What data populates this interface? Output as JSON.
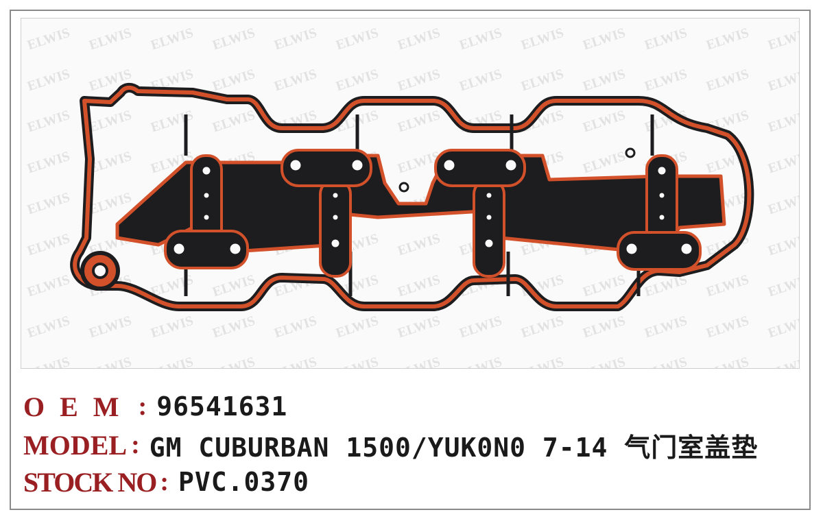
{
  "product": {
    "brand_watermark": "ELWIS",
    "colors": {
      "gasket_body": "#1d1d1f",
      "gasket_seal": "#d2512a",
      "label_key": "#9a1f22",
      "label_value": "#1a1a1a",
      "watermark": "#d8d8d8"
    }
  },
  "labels": {
    "oem_key": "OEM",
    "oem_value": "96541631",
    "model_key": "MODEL",
    "model_value": "GM CUBURBAN 1500/YUK0N0 7-14 气门室盖垫",
    "stock_key": "STOCK NO",
    "stock_value": "PVC.0370",
    "separator": ":"
  }
}
